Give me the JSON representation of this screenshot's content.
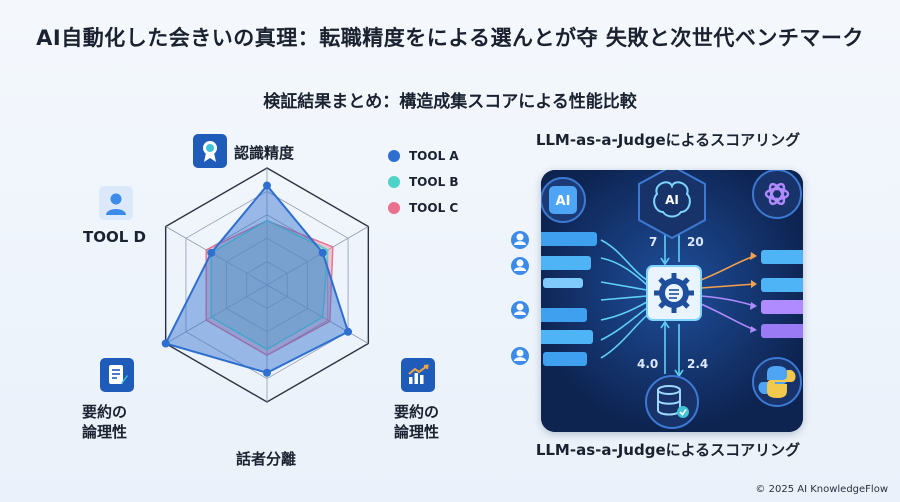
{
  "header": {
    "title": "AI自動化した会きいの真理：転職精度をによる選んとが夺 失敗と次世代ベンチマーク",
    "subtitle": "検証結果まとめ：構造成集スコアによる性能比較"
  },
  "radar": {
    "axes": [
      "認識精度",
      "",
      "要約の\n論理性",
      "話者分離",
      "要約の\n論理性",
      "TOOL D"
    ],
    "axis_icons": [
      "medal-icon",
      "",
      "chart-up-icon",
      "",
      "document-edit-icon",
      "user-icon"
    ],
    "series": [
      {
        "name": "TOOL A",
        "color": "#2f6fcf",
        "values": [
          0.85,
          0.55,
          0.8,
          0.75,
          1.0,
          0.55
        ]
      },
      {
        "name": "TOOL B",
        "color": "#4fd3c8",
        "values": [
          0.55,
          0.6,
          0.55,
          0.55,
          0.55,
          0.55
        ]
      },
      {
        "name": "TOOL C",
        "color": "#e9708e",
        "values": [
          0.55,
          0.65,
          0.62,
          0.6,
          0.6,
          0.6
        ]
      }
    ],
    "rings": 5
  },
  "llm": {
    "title_top": "LLM-as-a-Judgeによるスコアリング",
    "title_bottom": "LLM-as-a-Judgeによるスコアリング",
    "badge_ai_left": "AI",
    "badge_ai_center": "AI",
    "scores": {
      "top_left": "7",
      "top_right": "20",
      "bottom_left": "4.0",
      "bottom_right": "2.4"
    },
    "icons": [
      "ai-chip-icon",
      "brain-icon",
      "openai-icon",
      "gear-icon",
      "database-icon",
      "python-icon",
      "user-icon",
      "chat-bubble-icon"
    ]
  },
  "footer": {
    "copyright": "© 2025 AI KnowledgeFlow"
  },
  "colors": {
    "panel": "#0d2350",
    "arrow_cyan": "#5fd0f5",
    "arrow_orange": "#f6a24a",
    "arrow_purple": "#b08bff"
  }
}
